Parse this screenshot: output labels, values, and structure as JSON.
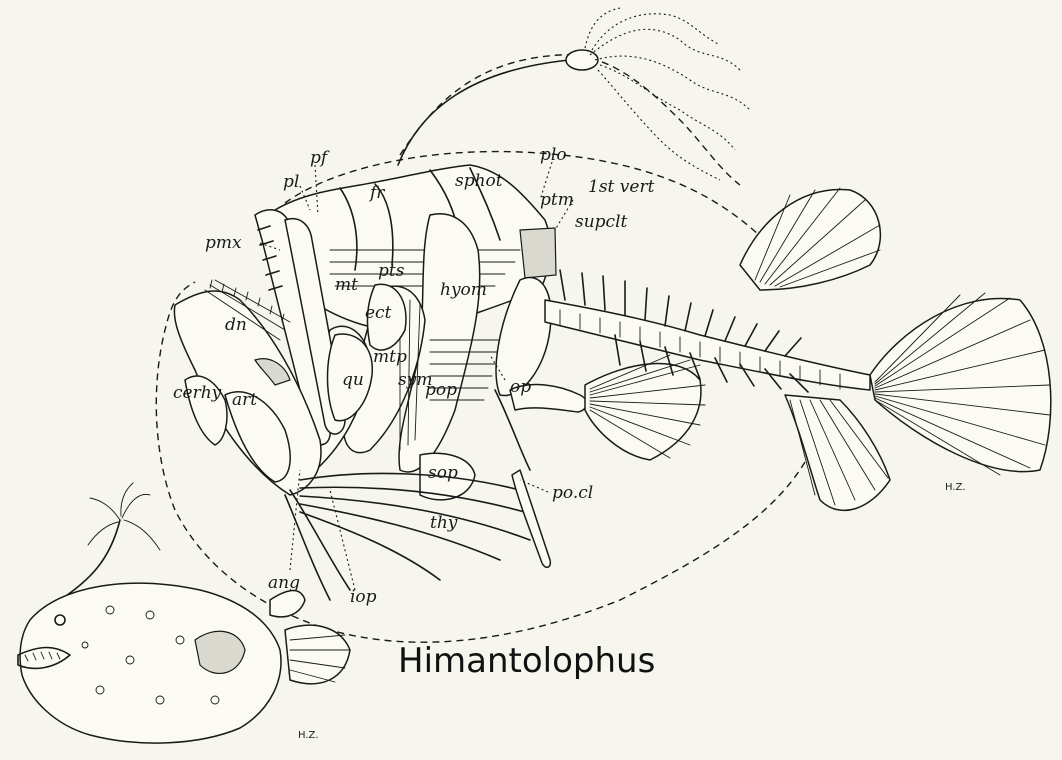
{
  "title": "Himantolophus",
  "signatures": [
    "H.Z.",
    "H.Z."
  ],
  "labels": {
    "pl": "pl",
    "pf": "pf",
    "fr": "fr",
    "sphot": "sphot",
    "plo": "plo",
    "ptm": "ptm",
    "first_vert": "1st vert",
    "supclt": "supclt",
    "pmx": "pmx",
    "mt": "mt",
    "pts": "pts",
    "ect": "ect",
    "hyom": "hyom",
    "dn": "dn",
    "mtp": "mtp",
    "sym": "sym",
    "qu": "qu",
    "pop": "pop",
    "op": "op",
    "cerhy": "cerhy",
    "art": "art",
    "sop": "sop",
    "pocl": "po.cl",
    "thy": "thy",
    "ang": "ang",
    "iop": "iop"
  }
}
